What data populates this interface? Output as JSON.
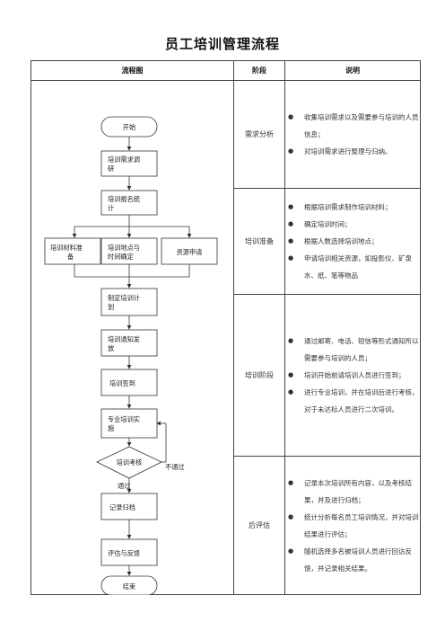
{
  "title": "员工培训管理流程",
  "headers": {
    "flow": "流程图",
    "stage": "阶段",
    "desc": "说明"
  },
  "flow": {
    "start": "开始",
    "needs_research": [
      "培训需求调",
      "研"
    ],
    "enrollment_stats": [
      "培训报名统",
      "计"
    ],
    "materials": [
      "培训材料准",
      "备"
    ],
    "location_time": [
      "培训地点与",
      "时间确定"
    ],
    "apply": "资源申请",
    "plan": [
      "制定培训计",
      "划"
    ],
    "notice": [
      "培训通知发",
      "放"
    ],
    "signin": "培训签到",
    "implement": [
      "专业培训实",
      "施"
    ],
    "exam": "培训考核",
    "fail": "不通过",
    "pass": "通过",
    "archive": "记录归档",
    "evaluate": "评估与反馈",
    "end": "结束"
  },
  "rows": [
    {
      "stage": "需求分析",
      "bullet": "●",
      "items": [
        "收集培训需求以及需要参与培训的人员信息；",
        "对培训需求进行整理与归纳。"
      ]
    },
    {
      "stage": "培训准备",
      "bullet": "●",
      "items": [
        "根据培训需求制作培训材料；",
        "确定培训时间；",
        "根据人数选择培训地点；",
        "申请培训相关资源，如投影仪、矿泉水、纸、笔等物品"
      ]
    },
    {
      "stage": "培训阶段",
      "bullet": "●",
      "items": [
        "通过邮寄、电话、短信等形式通知所以需要参与培训的人员；",
        "培训开始前请培训人员进行签到；",
        "进行专业培训，并在培训后进行考核，对于未达标人员进行二次培训。"
      ]
    },
    {
      "stage": "后评估",
      "bullet": "●",
      "items": [
        "记录本次培训所有内容，以及考核结果，并及进行归档；",
        "统计分析每名员工培训情况，并对培训结果进行评估；",
        "随机选择多名被培训人员进行回访反馈，并记录相关结果。"
      ]
    }
  ]
}
